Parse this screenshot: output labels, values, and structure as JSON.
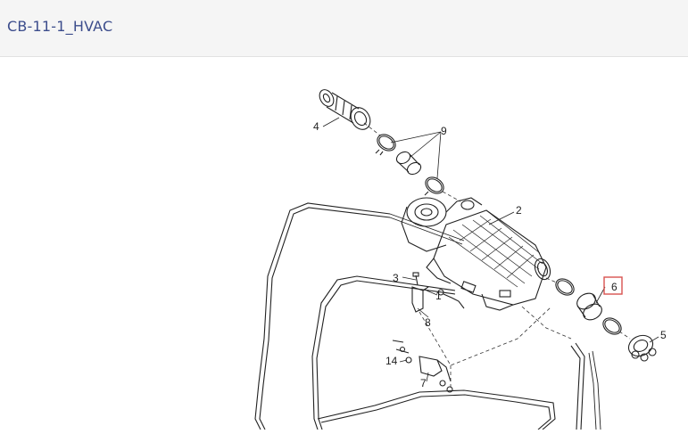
{
  "header": {
    "title": "CB-11-1_HVAC"
  },
  "diagram": {
    "callouts": [
      {
        "id": "c1",
        "label": "1",
        "highlighted": false
      },
      {
        "id": "c2",
        "label": "2",
        "highlighted": false
      },
      {
        "id": "c3",
        "label": "3",
        "highlighted": false
      },
      {
        "id": "c4",
        "label": "4",
        "highlighted": false
      },
      {
        "id": "c5",
        "label": "5",
        "highlighted": false
      },
      {
        "id": "c6",
        "label": "6",
        "highlighted": true
      },
      {
        "id": "c7",
        "label": "7",
        "highlighted": false
      },
      {
        "id": "c8",
        "label": "8",
        "highlighted": false
      },
      {
        "id": "c9",
        "label": "9",
        "highlighted": false
      },
      {
        "id": "c14",
        "label": "14",
        "highlighted": false
      }
    ],
    "highlight_color": "#d9534f",
    "title_color": "#3c4d8c"
  }
}
